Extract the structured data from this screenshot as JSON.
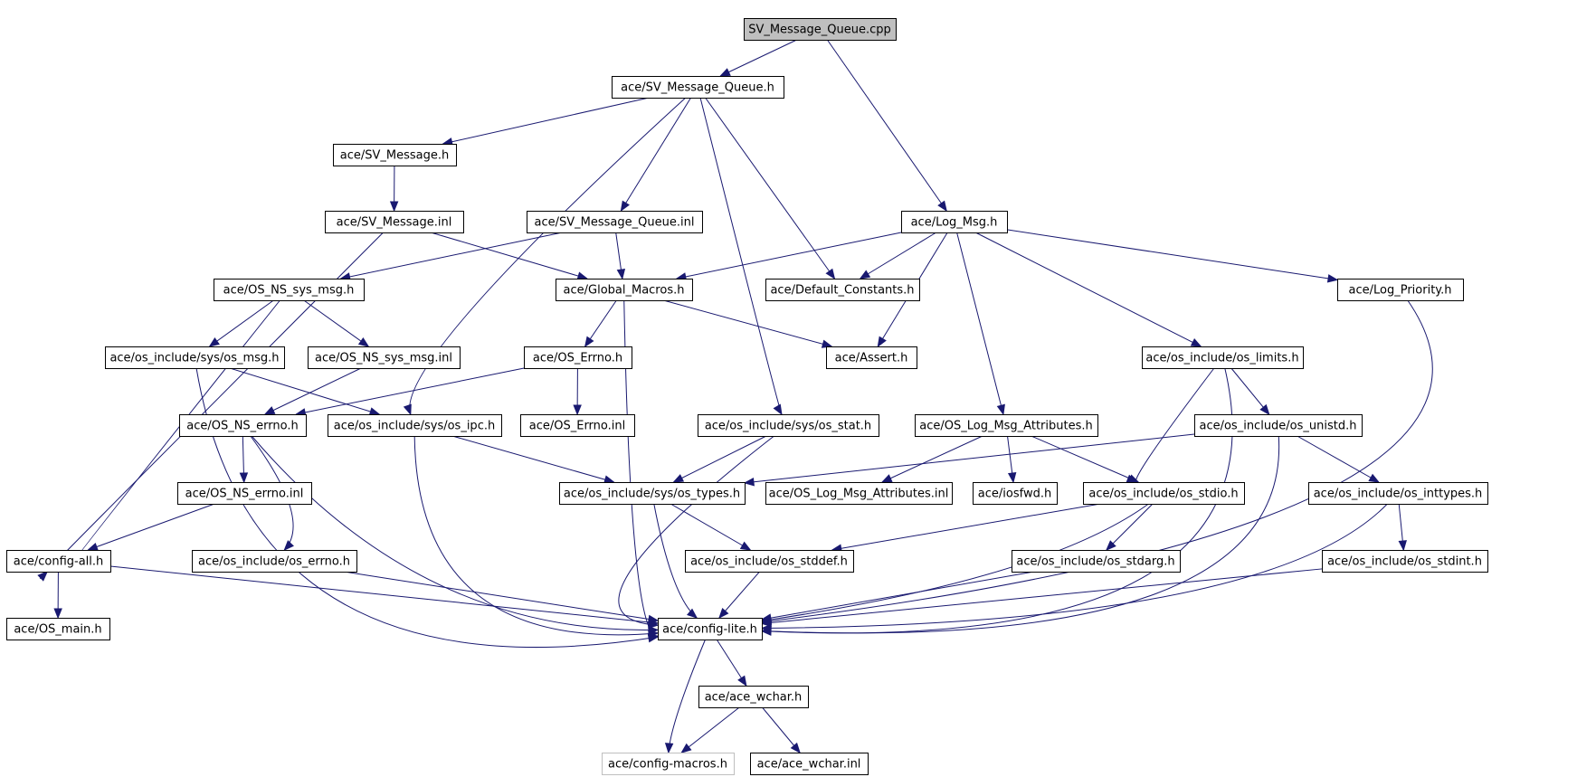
{
  "diagram": {
    "nodes": [
      {
        "id": "sv_message_queue_cpp",
        "label": "SV_Message_Queue.cpp",
        "style": "root"
      },
      {
        "id": "sv_message_queue_h",
        "label": "ace/SV_Message_Queue.h"
      },
      {
        "id": "sv_message_h",
        "label": "ace/SV_Message.h"
      },
      {
        "id": "sv_message_inl",
        "label": "ace/SV_Message.inl"
      },
      {
        "id": "sv_message_queue_inl",
        "label": "ace/SV_Message_Queue.inl"
      },
      {
        "id": "log_msg_h",
        "label": "ace/Log_Msg.h"
      },
      {
        "id": "os_ns_sys_msg_h",
        "label": "ace/OS_NS_sys_msg.h"
      },
      {
        "id": "global_macros_h",
        "label": "ace/Global_Macros.h"
      },
      {
        "id": "default_constants_h",
        "label": "ace/Default_Constants.h"
      },
      {
        "id": "log_priority_h",
        "label": "ace/Log_Priority.h"
      },
      {
        "id": "os_include_sys_os_msg_h",
        "label": "ace/os_include/sys/os_msg.h"
      },
      {
        "id": "os_ns_sys_msg_inl",
        "label": "ace/OS_NS_sys_msg.inl"
      },
      {
        "id": "os_errno_h",
        "label": "ace/OS_Errno.h"
      },
      {
        "id": "assert_h",
        "label": "ace/Assert.h"
      },
      {
        "id": "os_include_os_limits_h",
        "label": "ace/os_include/os_limits.h"
      },
      {
        "id": "os_ns_errno_h",
        "label": "ace/OS_NS_errno.h"
      },
      {
        "id": "os_include_sys_os_ipc_h",
        "label": "ace/os_include/sys/os_ipc.h"
      },
      {
        "id": "os_errno_inl",
        "label": "ace/OS_Errno.inl"
      },
      {
        "id": "os_include_sys_os_stat_h",
        "label": "ace/os_include/sys/os_stat.h"
      },
      {
        "id": "os_log_msg_attributes_h",
        "label": "ace/OS_Log_Msg_Attributes.h"
      },
      {
        "id": "os_include_os_unistd_h",
        "label": "ace/os_include/os_unistd.h"
      },
      {
        "id": "os_ns_errno_inl",
        "label": "ace/OS_NS_errno.inl"
      },
      {
        "id": "os_include_sys_os_types_h",
        "label": "ace/os_include/sys/os_types.h"
      },
      {
        "id": "os_log_msg_attributes_inl",
        "label": "ace/OS_Log_Msg_Attributes.inl"
      },
      {
        "id": "iosfwd_h",
        "label": "ace/iosfwd.h"
      },
      {
        "id": "os_include_os_stdio_h",
        "label": "ace/os_include/os_stdio.h"
      },
      {
        "id": "os_include_os_inttypes_h",
        "label": "ace/os_include/os_inttypes.h"
      },
      {
        "id": "config_all_h",
        "label": "ace/config-all.h"
      },
      {
        "id": "os_include_os_errno_h",
        "label": "ace/os_include/os_errno.h"
      },
      {
        "id": "os_include_os_stddef_h",
        "label": "ace/os_include/os_stddef.h"
      },
      {
        "id": "os_include_os_stdarg_h",
        "label": "ace/os_include/os_stdarg.h"
      },
      {
        "id": "os_include_os_stdint_h",
        "label": "ace/os_include/os_stdint.h"
      },
      {
        "id": "os_main_h",
        "label": "ace/OS_main.h"
      },
      {
        "id": "config_lite_h",
        "label": "ace/config-lite.h"
      },
      {
        "id": "ace_wchar_h",
        "label": "ace/ace_wchar.h"
      },
      {
        "id": "config_macros_h",
        "label": "ace/config-macros.h",
        "style": "external"
      },
      {
        "id": "ace_wchar_inl",
        "label": "ace/ace_wchar.inl"
      }
    ],
    "edges": [
      {
        "from": "sv_message_queue_cpp",
        "to": "sv_message_queue_h"
      },
      {
        "from": "sv_message_queue_cpp",
        "to": "log_msg_h"
      },
      {
        "from": "sv_message_queue_h",
        "to": "sv_message_h"
      },
      {
        "from": "sv_message_queue_h",
        "to": "sv_message_queue_inl"
      },
      {
        "from": "sv_message_queue_h",
        "to": "default_constants_h"
      },
      {
        "from": "sv_message_queue_h",
        "to": "os_include_sys_os_ipc_h"
      },
      {
        "from": "sv_message_queue_h",
        "to": "os_include_sys_os_stat_h"
      },
      {
        "from": "sv_message_h",
        "to": "sv_message_inl"
      },
      {
        "from": "sv_message_inl",
        "to": "global_macros_h"
      },
      {
        "from": "sv_message_inl",
        "to": "config_all_h"
      },
      {
        "from": "sv_message_queue_inl",
        "to": "os_ns_sys_msg_h"
      },
      {
        "from": "sv_message_queue_inl",
        "to": "global_macros_h"
      },
      {
        "from": "log_msg_h",
        "to": "global_macros_h"
      },
      {
        "from": "log_msg_h",
        "to": "default_constants_h"
      },
      {
        "from": "log_msg_h",
        "to": "assert_h"
      },
      {
        "from": "log_msg_h",
        "to": "os_log_msg_attributes_h"
      },
      {
        "from": "log_msg_h",
        "to": "os_include_os_limits_h"
      },
      {
        "from": "log_msg_h",
        "to": "log_priority_h"
      },
      {
        "from": "os_ns_sys_msg_h",
        "to": "os_include_sys_os_msg_h"
      },
      {
        "from": "os_ns_sys_msg_h",
        "to": "os_ns_sys_msg_inl"
      },
      {
        "from": "os_ns_sys_msg_h",
        "to": "config_all_h"
      },
      {
        "from": "global_macros_h",
        "to": "os_errno_h"
      },
      {
        "from": "global_macros_h",
        "to": "assert_h"
      },
      {
        "from": "global_macros_h",
        "to": "config_lite_h"
      },
      {
        "from": "log_priority_h",
        "to": "config_lite_h"
      },
      {
        "from": "os_include_sys_os_msg_h",
        "to": "os_include_sys_os_ipc_h"
      },
      {
        "from": "os_include_sys_os_msg_h",
        "to": "config_lite_h"
      },
      {
        "from": "os_ns_sys_msg_inl",
        "to": "os_ns_errno_h"
      },
      {
        "from": "os_errno_h",
        "to": "os_ns_errno_h"
      },
      {
        "from": "os_errno_h",
        "to": "os_errno_inl"
      },
      {
        "from": "os_include_os_limits_h",
        "to": "os_include_os_unistd_h"
      },
      {
        "from": "os_include_os_limits_h",
        "to": "os_include_os_stdio_h"
      },
      {
        "from": "os_include_os_limits_h",
        "to": "config_lite_h"
      },
      {
        "from": "os_ns_errno_h",
        "to": "os_ns_errno_inl"
      },
      {
        "from": "os_ns_errno_h",
        "to": "os_include_os_errno_h"
      },
      {
        "from": "os_ns_errno_h",
        "to": "config_lite_h"
      },
      {
        "from": "os_include_sys_os_ipc_h",
        "to": "os_include_sys_os_types_h"
      },
      {
        "from": "os_include_sys_os_ipc_h",
        "to": "config_lite_h"
      },
      {
        "from": "os_include_sys_os_stat_h",
        "to": "os_include_sys_os_types_h"
      },
      {
        "from": "os_include_sys_os_stat_h",
        "to": "config_lite_h"
      },
      {
        "from": "os_log_msg_attributes_h",
        "to": "os_log_msg_attributes_inl"
      },
      {
        "from": "os_log_msg_attributes_h",
        "to": "iosfwd_h"
      },
      {
        "from": "os_log_msg_attributes_h",
        "to": "os_include_os_stdio_h"
      },
      {
        "from": "os_include_os_unistd_h",
        "to": "os_include_sys_os_types_h"
      },
      {
        "from": "os_include_os_unistd_h",
        "to": "os_include_os_inttypes_h"
      },
      {
        "from": "os_include_os_unistd_h",
        "to": "config_lite_h"
      },
      {
        "from": "os_ns_errno_inl",
        "to": "config_all_h"
      },
      {
        "from": "os_include_sys_os_types_h",
        "to": "os_include_os_stddef_h"
      },
      {
        "from": "os_include_sys_os_types_h",
        "to": "config_lite_h"
      },
      {
        "from": "os_include_os_stdio_h",
        "to": "os_include_os_stddef_h"
      },
      {
        "from": "os_include_os_stdio_h",
        "to": "os_include_os_stdarg_h"
      },
      {
        "from": "os_include_os_stdio_h",
        "to": "config_lite_h"
      },
      {
        "from": "os_include_os_inttypes_h",
        "to": "os_include_os_stdint_h"
      },
      {
        "from": "os_include_os_inttypes_h",
        "to": "config_lite_h"
      },
      {
        "from": "config_all_h",
        "to": "os_main_h"
      },
      {
        "from": "config_all_h",
        "to": "config_lite_h"
      },
      {
        "from": "os_include_os_errno_h",
        "to": "config_lite_h"
      },
      {
        "from": "os_include_os_stddef_h",
        "to": "config_lite_h"
      },
      {
        "from": "os_include_os_stdarg_h",
        "to": "config_lite_h"
      },
      {
        "from": "os_include_os_stdint_h",
        "to": "config_lite_h"
      },
      {
        "from": "config_lite_h",
        "to": "ace_wchar_h"
      },
      {
        "from": "config_lite_h",
        "to": "config_macros_h"
      },
      {
        "from": "ace_wchar_h",
        "to": "config_macros_h"
      },
      {
        "from": "ace_wchar_h",
        "to": "ace_wchar_inl"
      }
    ]
  }
}
